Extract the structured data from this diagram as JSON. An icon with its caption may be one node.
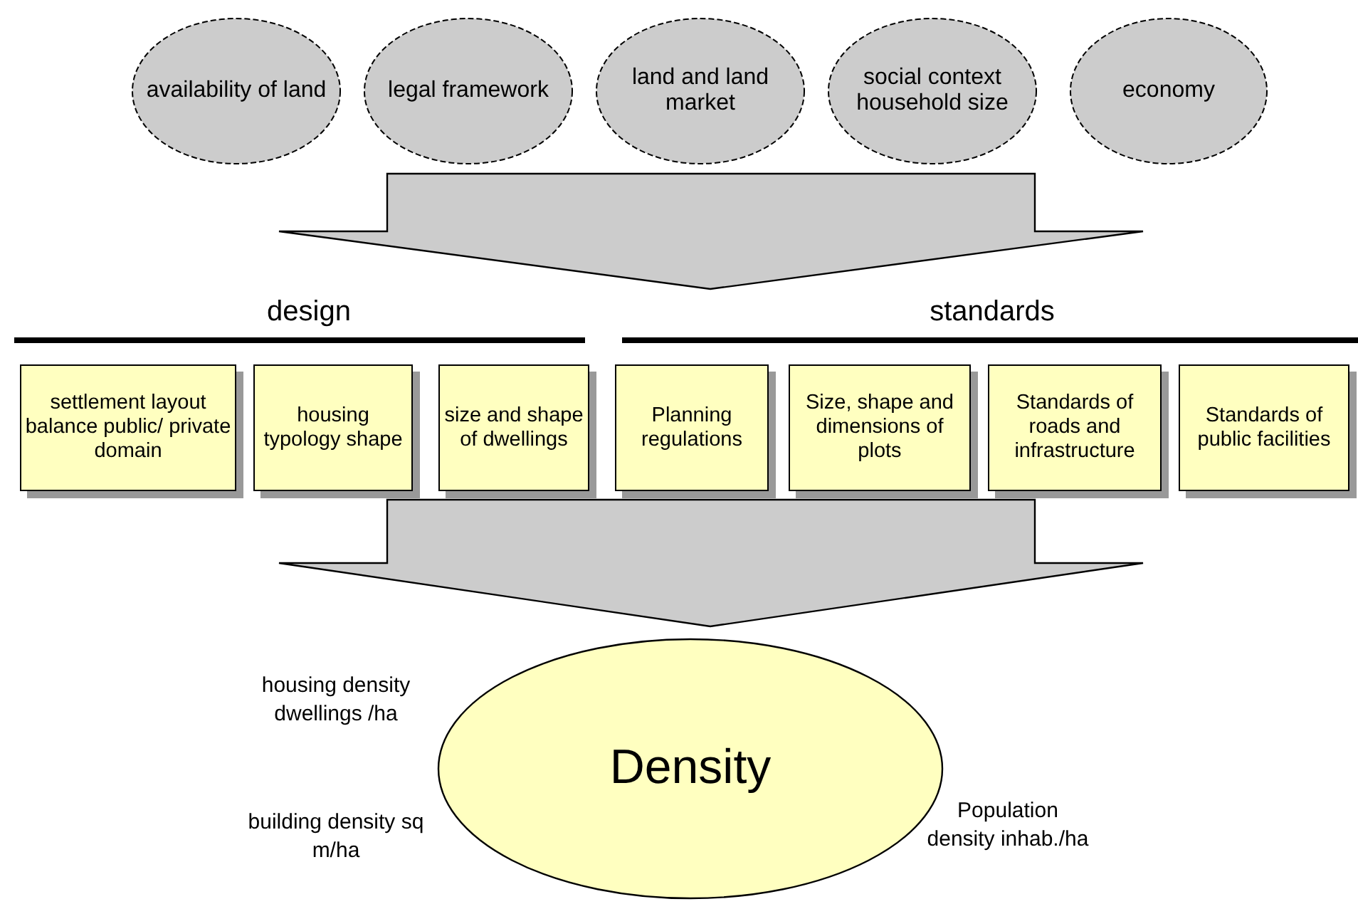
{
  "diagram": {
    "nodes": [
      {
        "text": [
          "availability of land"
        ]
      },
      {
        "text": [
          "legal framework"
        ]
      },
      {
        "text": [
          "land and land market"
        ]
      },
      {
        "text": [
          "social context household size"
        ]
      },
      {
        "text": [
          "economy"
        ]
      },
      {
        "text": [
          "settlement layout balance public/ private domain"
        ]
      },
      {
        "text": [
          "housing typology shape"
        ]
      },
      {
        "text": [
          "size and shape of dwellings"
        ]
      },
      {
        "text": [
          "Planning regulations"
        ]
      },
      {
        "text": [
          "Size, shape and dimensions of plots"
        ]
      },
      {
        "text": [
          "Standards of roads and infrastructure"
        ]
      },
      {
        "text": [
          "Standards of public facilities"
        ]
      },
      {
        "text": [
          "Density"
        ],
        "beside": [
          "housing density dwellings /ha",
          "building density sq m/ha",
          "Population density inhab./ha"
        ]
      }
    ],
    "edges": [
      {
        "from": 0,
        "to": null,
        "arrow": "to"
      },
      {
        "from": 1,
        "to": null,
        "arrow": "to"
      },
      {
        "from": 2,
        "to": null,
        "arrow": "to"
      },
      {
        "from": 3,
        "to": null,
        "arrow": "to"
      },
      {
        "from": 4,
        "to": null,
        "arrow": "to"
      },
      {
        "from": 5,
        "to": 12,
        "arrow": "to"
      },
      {
        "from": 6,
        "to": 12,
        "arrow": "to"
      },
      {
        "from": 7,
        "to": 12,
        "arrow": "to"
      },
      {
        "from": 8,
        "to": 12,
        "arrow": "to"
      },
      {
        "from": 9,
        "to": 12,
        "arrow": "to"
      },
      {
        "from": 10,
        "to": 12,
        "arrow": "to"
      },
      {
        "from": 11,
        "to": 12,
        "arrow": "to"
      }
    ],
    "labels": [
      "design",
      "standards"
    ]
  }
}
